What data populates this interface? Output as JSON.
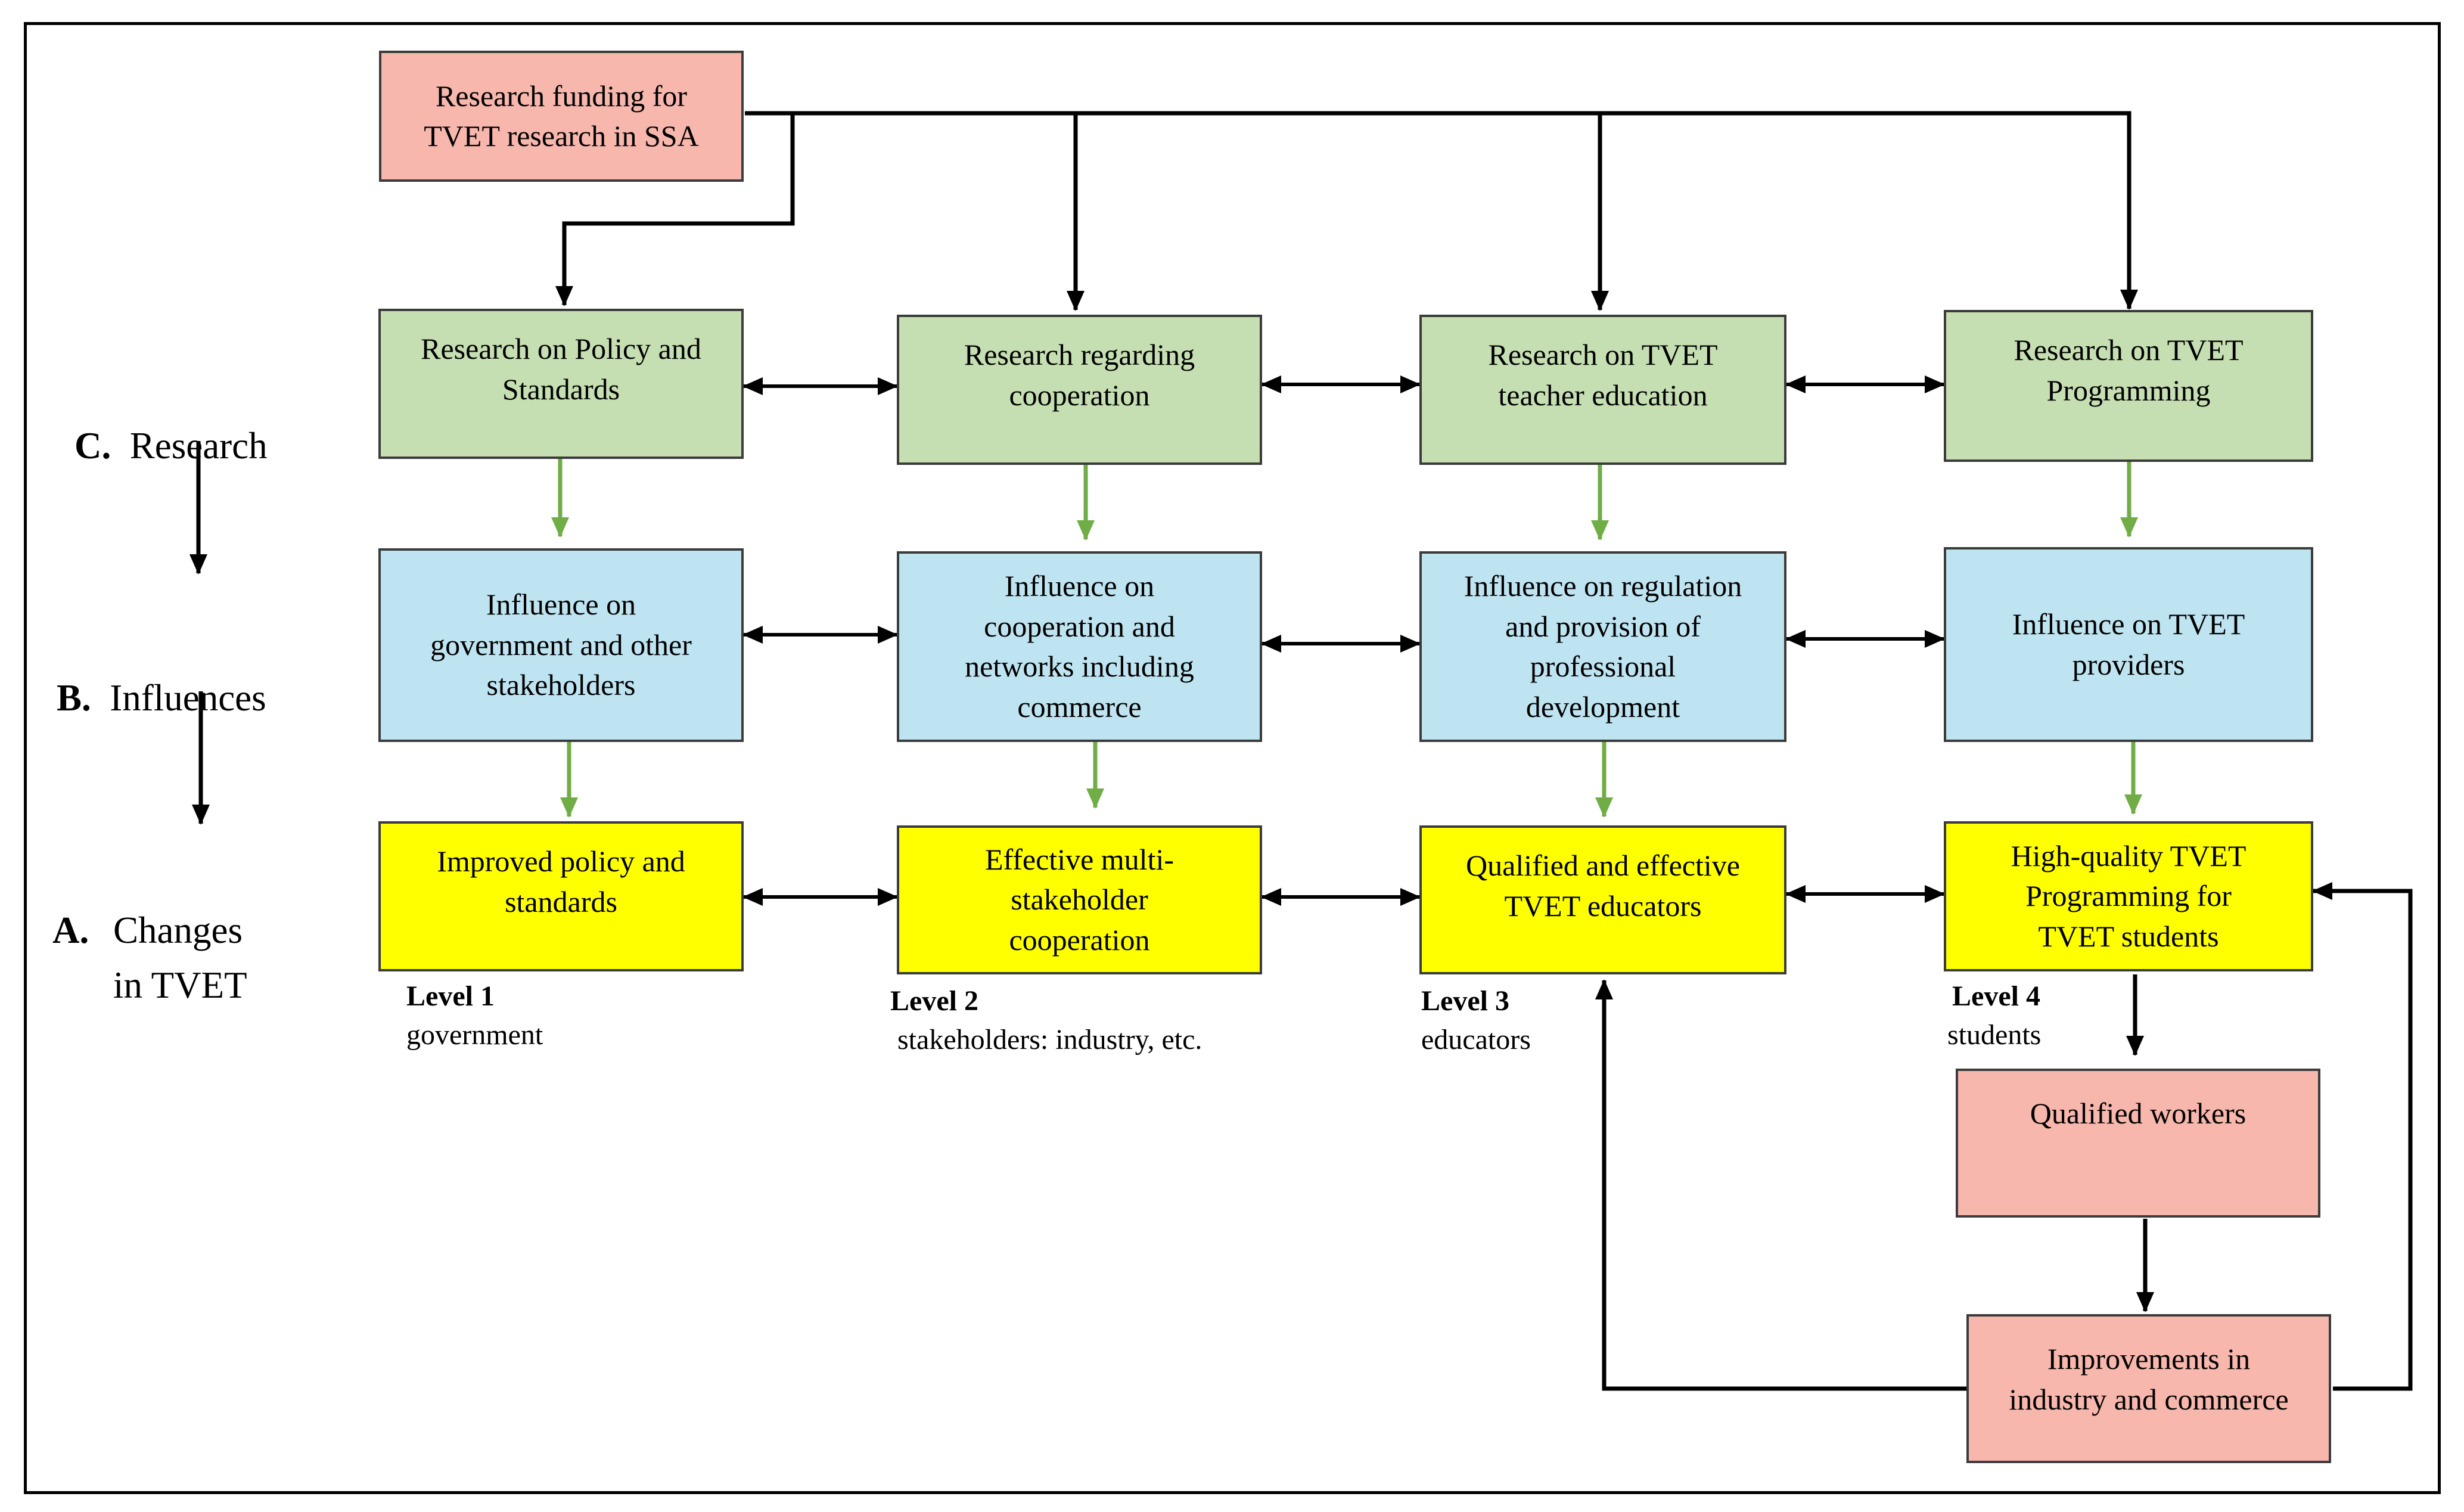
{
  "rows": {
    "research": {
      "letter": "C.",
      "text": "Research"
    },
    "influences": {
      "letter": "B.",
      "text": "Influences"
    },
    "changes": {
      "letter": "A.",
      "text": "Changes\nin TVET"
    }
  },
  "funding": {
    "text": "Research funding for\nTVET research in SSA"
  },
  "research_boxes": [
    {
      "text": "Research on Policy and\nStandards"
    },
    {
      "text": "Research regarding\ncooperation"
    },
    {
      "text": "Research on TVET\nteacher education"
    },
    {
      "text": "Research on TVET\nProgramming"
    }
  ],
  "influence_boxes": [
    {
      "text": "Influence on\ngovernment and other\nstakeholders"
    },
    {
      "text": "Influence on\ncooperation and\nnetworks including\ncommerce"
    },
    {
      "text": "Influence on regulation\nand provision of\nprofessional\ndevelopment"
    },
    {
      "text": "Influence on TVET\nproviders"
    }
  ],
  "change_boxes": [
    {
      "text": "Improved policy and\nstandards"
    },
    {
      "text": "Effective multi-\nstakeholder\ncooperation"
    },
    {
      "text": "Qualified and effective\nTVET educators"
    },
    {
      "text": "High-quality TVET\nProgramming for\nTVET students"
    }
  ],
  "levels": [
    {
      "title": "Level 1",
      "desc": "government"
    },
    {
      "title": "Level 2",
      "desc": "stakeholders: industry, etc."
    },
    {
      "title": "Level 3",
      "desc": "educators"
    },
    {
      "title": "Level 4",
      "desc": "students"
    }
  ],
  "outcomes": {
    "workers": {
      "text": "Qualified workers"
    },
    "improvements": {
      "text": "Improvements in\nindustry and commerce"
    }
  },
  "colors": {
    "funding": "#f7b7ad",
    "research": "#c6dfb2",
    "influence": "#bfe4f1",
    "change": "#ffff00",
    "connector_black": "#000000",
    "connector_green": "#70ad47"
  }
}
